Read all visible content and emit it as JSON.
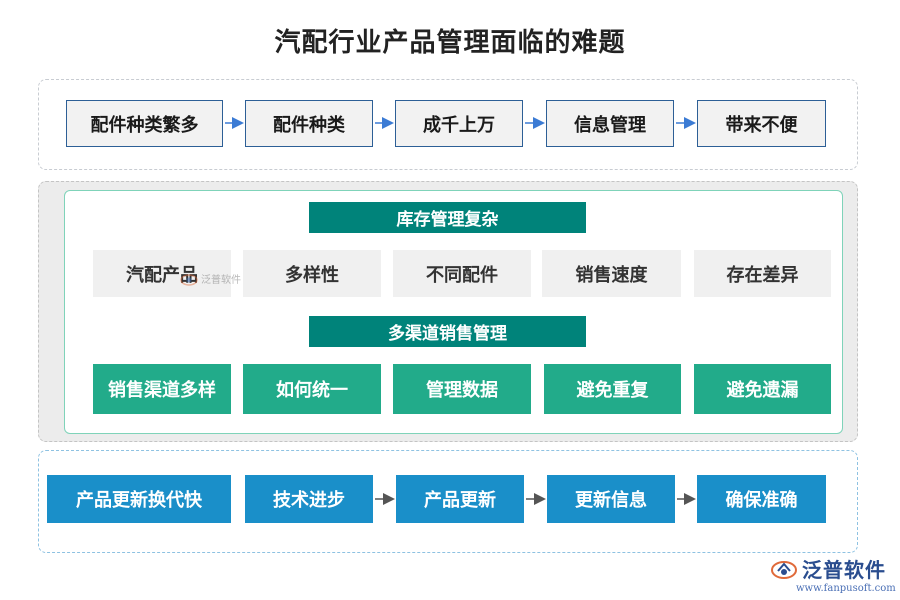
{
  "title": "汽配行业产品管理面临的难题",
  "row1": [
    "配件种类繁多",
    "配件种类",
    "成千上万",
    "信息管理",
    "带来不便"
  ],
  "section_inventory": {
    "header": "库存管理复杂",
    "items": [
      "汽配产品",
      "多样性",
      "不同配件",
      "销售速度",
      "存在差异"
    ]
  },
  "section_sales": {
    "header": "多渠道销售管理",
    "items": [
      "销售渠道多样",
      "如何统一",
      "管理数据",
      "避免重复",
      "避免遗漏"
    ]
  },
  "row4": [
    "产品更新换代快",
    "技术进步",
    "产品更新",
    "更新信息",
    "确保准确"
  ],
  "watermark": {
    "small": "泛普软件",
    "brand": "泛普软件",
    "url": "www.fanpusoft.com"
  },
  "colors": {
    "teal_header": "#00837a",
    "green_box": "#22ab8a",
    "blue_box": "#1a8fc9",
    "border_blue": "#2d5f96"
  }
}
